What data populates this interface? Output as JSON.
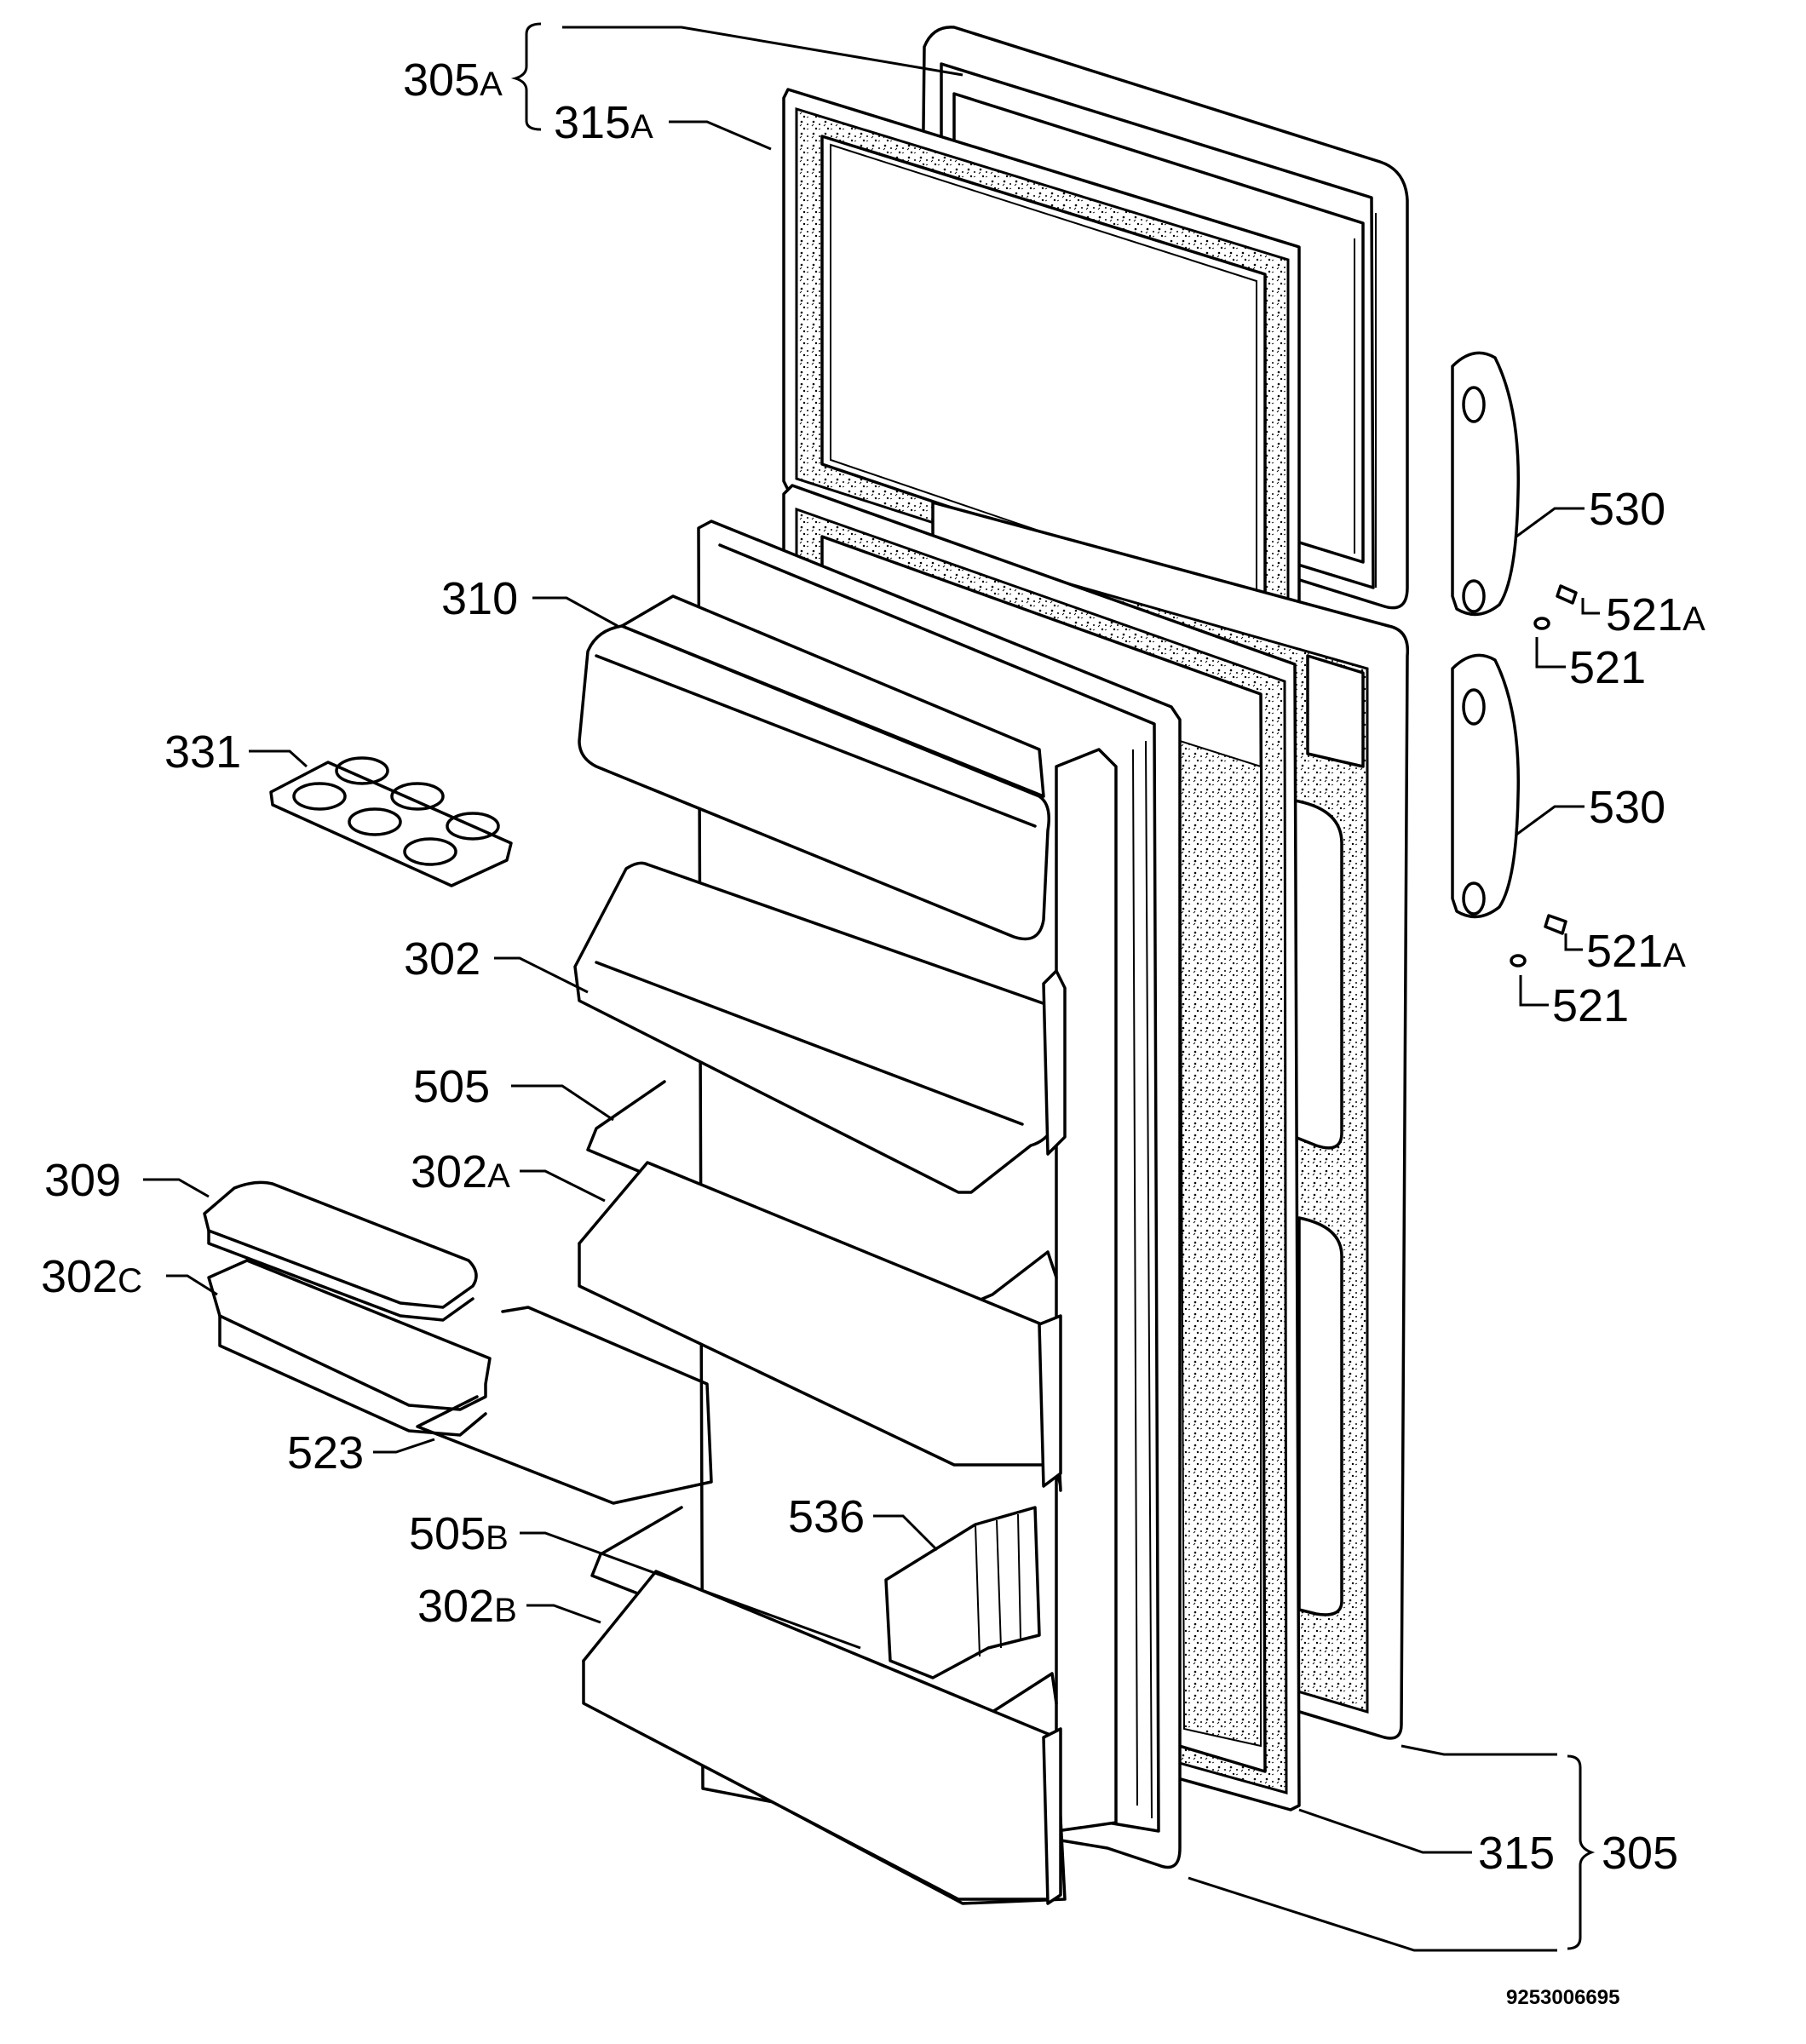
{
  "diagram": {
    "drawing_number": "9253006695",
    "labels": {
      "l305A": "305",
      "l305A_suffix": "A",
      "l315A": "315",
      "l315A_suffix": "A",
      "l310": "310",
      "l331": "331",
      "l302": "302",
      "l505": "505",
      "l309": "309",
      "l302A": "302",
      "l302A_suffix": "A",
      "l302C": "302",
      "l302C_suffix": "C",
      "l523": "523",
      "l505B": "505",
      "l505B_suffix": "B",
      "l302B": "302",
      "l302B_suffix": "B",
      "l536": "536",
      "l530a": "530",
      "l521Aa": "521",
      "l521Aa_suffix": "A",
      "l521a": "521",
      "l530b": "530",
      "l521Ab": "521",
      "l521Ab_suffix": "A",
      "l521b": "521",
      "l315": "315",
      "l305": "305"
    }
  }
}
